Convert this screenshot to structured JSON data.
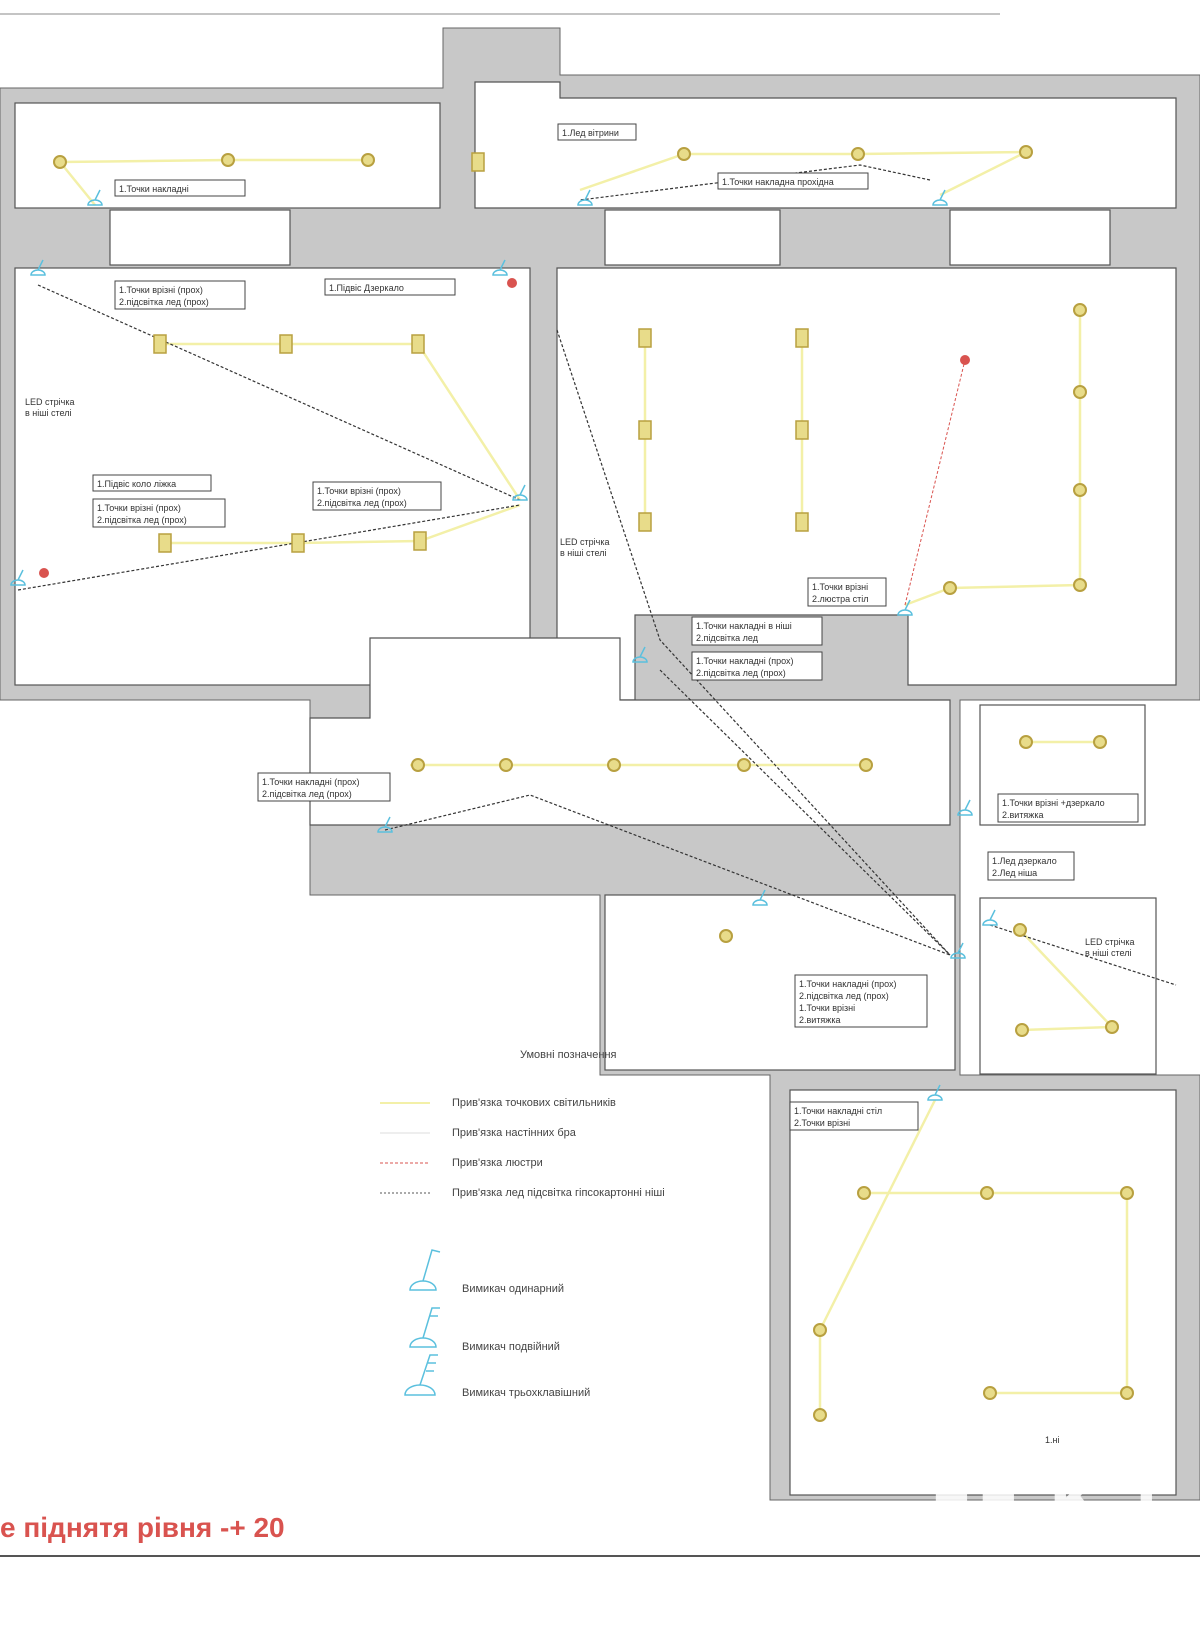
{
  "colors": {
    "wall": "#c8c8c8",
    "spot_link": "#f3f0a8",
    "chandelier_link": "#d9534f",
    "switch": "#5bc0de",
    "fixture": "#b8a040",
    "footer_text": "#d9534f"
  },
  "labels": {
    "top_left": [
      "1.Точки накладні"
    ],
    "top_vitrine": [
      "1.Лед вітрини"
    ],
    "top_passage": [
      "1.Точки накладна прохідна"
    ],
    "bed_top": [
      "1.Точки врізні (прох)",
      "2.підсвітка лед (прох)"
    ],
    "bed_pendant": [
      "1.Підвіс Дзеркало"
    ],
    "bed_led": [
      "LED стрічка",
      "в ніші стелі"
    ],
    "bed_bedside": [
      "1.Підвіс коло ліжка"
    ],
    "bed_left": [
      "1.Точки врізні (прох)",
      "2.підсвітка лед (прох)"
    ],
    "bed_right": [
      "1.Точки врізні (прох)",
      "2.підсвітка лед (прох)"
    ],
    "living_led": [
      "LED стрічка",
      "в ніші стелі"
    ],
    "living_chandelier": [
      "1.Точки врізні",
      "2.люстра стіл"
    ],
    "hall_niche": [
      "1.Точки накладні в ніші",
      "2.підсвітка лед"
    ],
    "hall_pass": [
      "1.Точки накладні (прох)",
      "2.підсвітка лед (прох)"
    ],
    "corridor": [
      "1.Точки накладні (прох)",
      "2.підсвітка лед (прох)"
    ],
    "bath_top": [
      "1.Точки врізні +дзеркало",
      "2.витяжка"
    ],
    "bath_mirror": [
      "1.Лед дзеркало",
      "2.Лед ніша"
    ],
    "bath_led": [
      "LED стрічка",
      "в ніші стелі"
    ],
    "entry": [
      "1.Точки накладні (прох)",
      "2.підсвітка лед (прох)",
      "1.Точки врізні",
      "2.витяжка"
    ],
    "bottom_room": [
      "1.Точки накладні стіл",
      "2.Точки врізні"
    ],
    "bottom_small": [
      "1.ні"
    ]
  },
  "legend": {
    "title": "Умовні позначення",
    "items": [
      "Прив'язка точкових світильників",
      "Прив'язка настінних бра",
      "Прив'язка люстри",
      "Прив'язка лед підсвітка гіпсокартонні ніші"
    ],
    "switches": [
      "Вимикач одинарний",
      "Вимикач подвійний",
      "Вимикач трьохклавішний"
    ]
  },
  "footer": {
    "note": "е  піднятя рівня -+ 20"
  },
  "watermark": "KIBA"
}
